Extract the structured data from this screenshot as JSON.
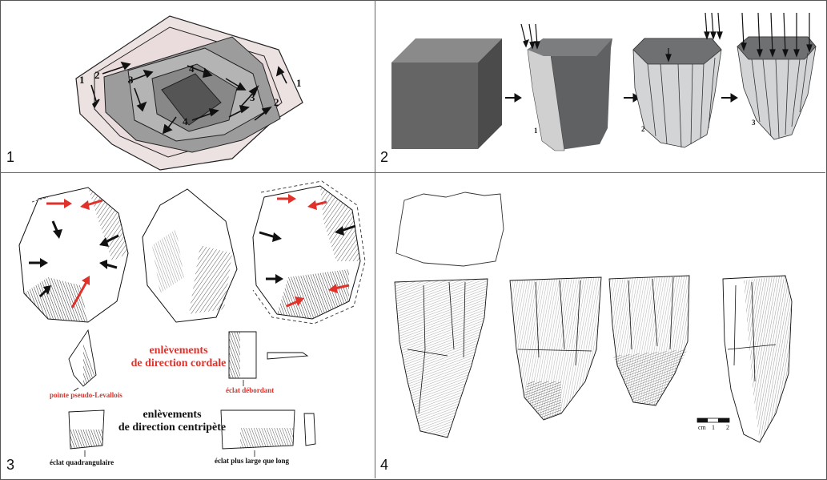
{
  "panels": [
    {
      "number": "1"
    },
    {
      "number": "2",
      "step_labels": [
        "1",
        "2",
        "3"
      ]
    },
    {
      "number": "3",
      "heading_cordal": [
        "enlèvements",
        "de direction cordale"
      ],
      "heading_centripete": [
        "enlèvements",
        "de direction centripète"
      ],
      "captions": {
        "pointe": "pointe pseudo-Levallois",
        "debordant": "éclat débordant",
        "quadrangulaire": "éclat quadrangulaire",
        "large": "éclat plus large que long"
      }
    },
    {
      "number": "4",
      "scale_label": "cm",
      "scale_ticks": [
        "1",
        "2"
      ]
    }
  ],
  "panel1_labels": [
    "1",
    "2",
    "3",
    "4",
    "4",
    "3",
    "2",
    "1"
  ],
  "colors": {
    "red_arrow": "#e0312a",
    "dark_gray": "#5f6163",
    "mid_gray": "#8d8f91",
    "light_gray": "#d3d4d5",
    "pink_shell": "#ece0e0"
  }
}
